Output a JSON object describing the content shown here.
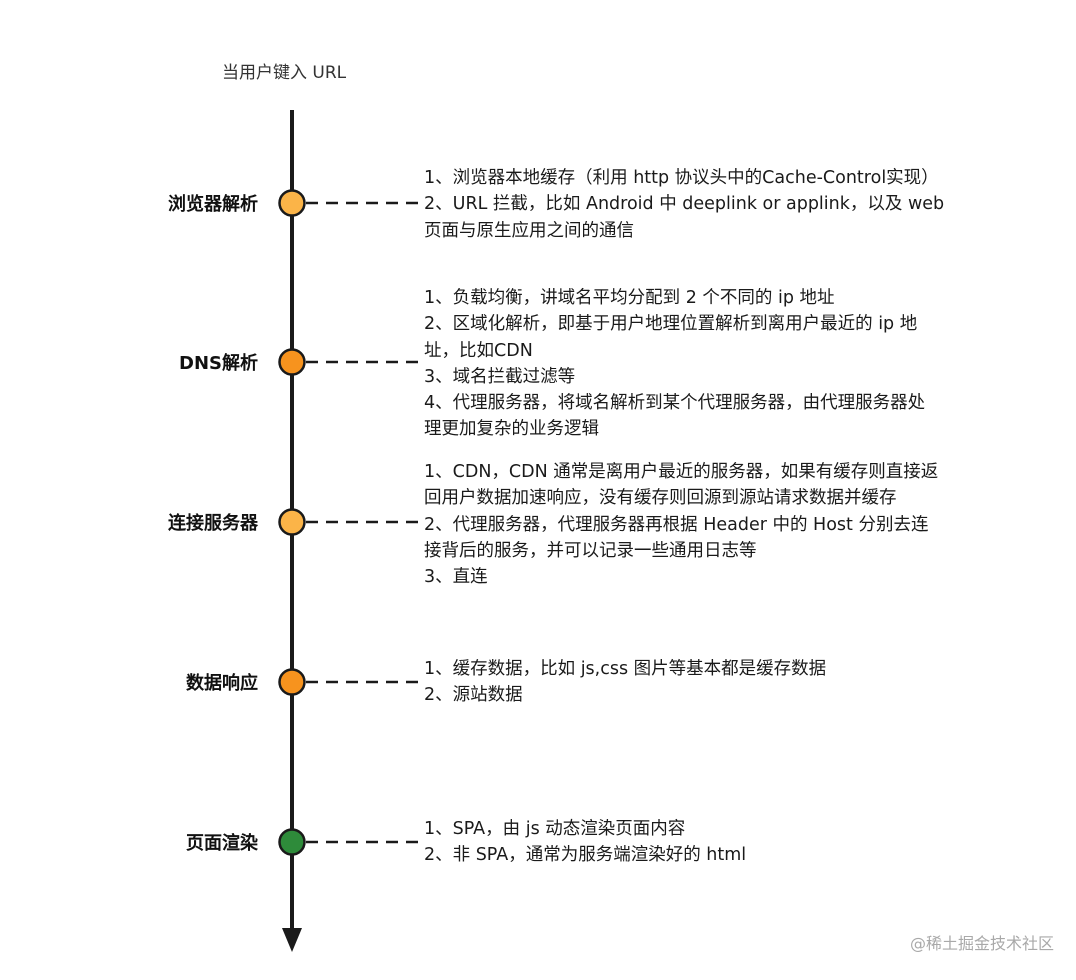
{
  "start_label": "当用户键入 URL",
  "stages": [
    {
      "label": "浏览器解析",
      "color": "#FBB448",
      "lines": [
        "1、浏览器本地缓存（利用 http 协议头中的Cache-Control实现）",
        "2、URL 拦截，比如 Android 中 deeplink or applink，以及 web",
        "页面与原生应用之间的通信"
      ]
    },
    {
      "label": "DNS解析",
      "color": "#F7931E",
      "lines": [
        "1、负载均衡，讲域名平均分配到 2 个不同的 ip 地址",
        "2、区域化解析，即基于用户地理位置解析到离用户最近的 ip 地",
        "址，比如CDN",
        "3、域名拦截过滤等",
        "4、代理服务器，将域名解析到某个代理服务器，由代理服务器处",
        "理更加复杂的业务逻辑"
      ]
    },
    {
      "label": "连接服务器",
      "color": "#FBB448",
      "lines": [
        "1、CDN，CDN 通常是离用户最近的服务器，如果有缓存则直接返",
        "回用户数据加速响应，没有缓存则回源到源站请求数据并缓存",
        "2、代理服务器，代理服务器再根据 Header 中的 Host 分别去连",
        "接背后的服务，并可以记录一些通用日志等",
        "3、直连"
      ]
    },
    {
      "label": "数据响应",
      "color": "#F7931E",
      "lines": [
        "1、缓存数据，比如 js,css 图片等基本都是缓存数据",
        "2、源站数据"
      ]
    },
    {
      "label": "页面渲染",
      "color": "#2E8B3A",
      "lines": [
        "1、SPA，由 js 动态渲染页面内容",
        "2、非 SPA，通常为服务端渲染好的 html"
      ]
    }
  ],
  "watermark": "@稀土掘金技术社区"
}
